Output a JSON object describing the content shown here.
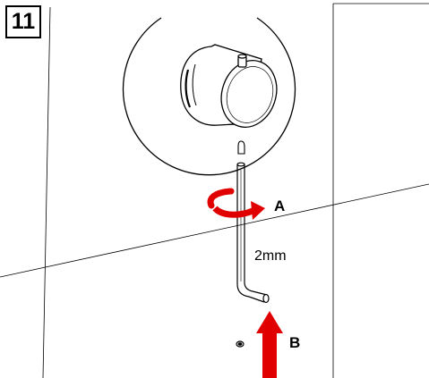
{
  "step": {
    "number": "11"
  },
  "labels": {
    "a": "A",
    "b": "B",
    "wrench_size": "2mm"
  },
  "colors": {
    "line": "#000000",
    "arrow_red": "#e10000",
    "background": "#ffffff"
  }
}
